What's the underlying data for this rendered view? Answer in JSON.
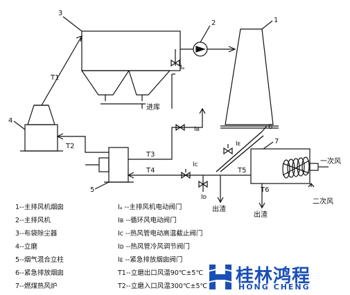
{
  "diagram": {
    "component_numbers": {
      "n1": "1",
      "n2": "2",
      "n3": "3",
      "n4": "4",
      "n5": "5",
      "n6": "6",
      "n7": "7"
    },
    "streams": {
      "t1": "T1",
      "t2": "T2",
      "t3": "T3",
      "t4": "T4",
      "t5": "T5",
      "t6": "T6"
    },
    "valves": {
      "ia": "Iₐ",
      "ib": "Iʙ",
      "ic": "Ic",
      "id": "Iᴅ",
      "ie": "Iᴇ"
    },
    "labels": {
      "to_storage": "进库",
      "slag_out_1": "出渣",
      "slag_out_2": "出渣",
      "primary_air": "一次风",
      "secondary_air": "二次风"
    }
  },
  "legend": {
    "left": [
      "1--主排风机烟囱",
      "2--主排风机",
      "3--布袋除尘器",
      "4--立磨",
      "5--烟气混合立柱",
      "6--紧急排放烟囱",
      "7--燃煤热风炉"
    ],
    "right": [
      "Iₐ --主排风机电动阀门",
      "Iʙ --循环风电动阀门",
      "Ic --热风管电动高温截止阀门",
      "Iᴅ --热风管冷风调节阀门",
      "Iᴇ --紧急排放烟囱阀门",
      "T1--立磨出口风温90℃±5℃",
      "T2--立磨入口风温300℃±5℃"
    ]
  },
  "logo": {
    "chinese": "桂林鸿程",
    "english": "HONG CHENG",
    "mark_letter": "H"
  },
  "colors": {
    "logo_blue": "#1a4fb5",
    "line": "#111111"
  }
}
